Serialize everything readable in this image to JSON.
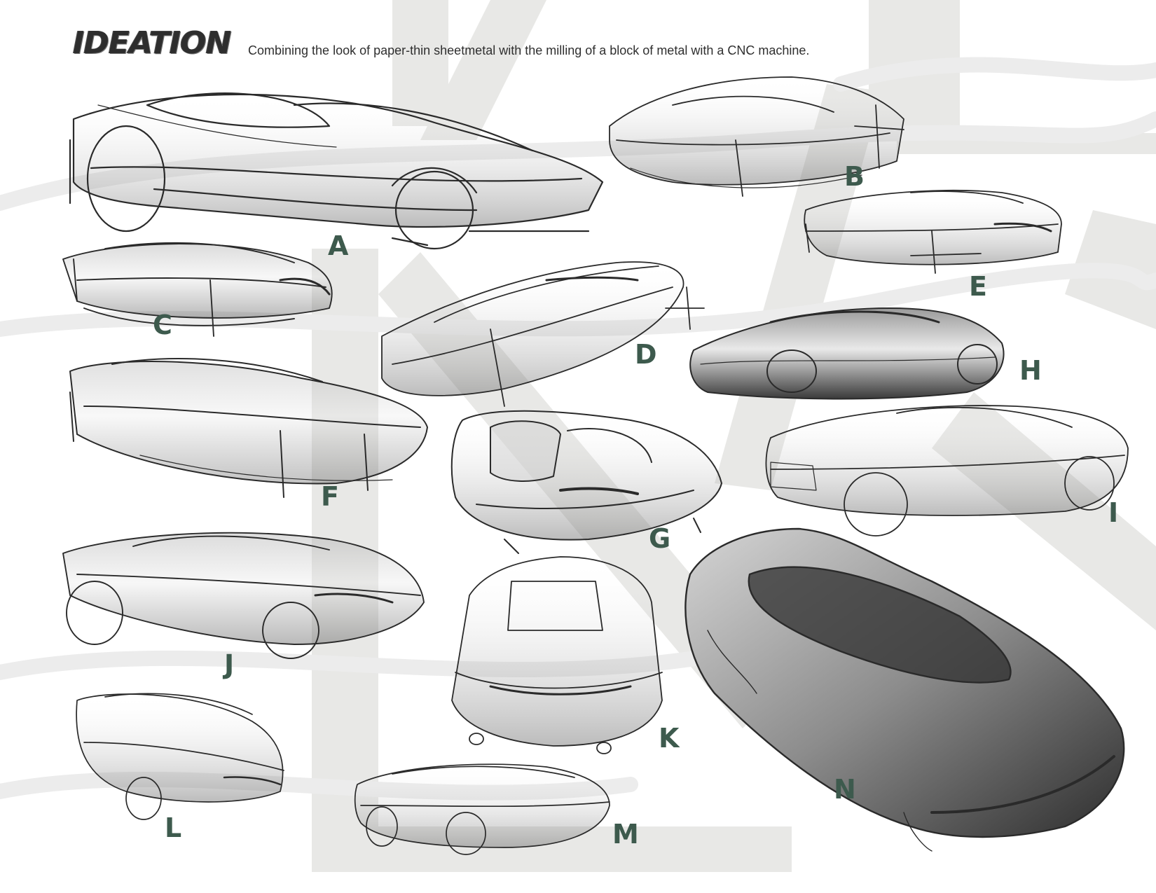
{
  "page": {
    "title": "IDEATION",
    "subtitle": "Combining the look of paper-thin sheetmetal with the milling of a block of metal with a CNC machine."
  },
  "colors": {
    "label": "#3d5a4d",
    "background_letters": "#e6e6e4",
    "ink": "#2a2a2a"
  },
  "sketch_labels": [
    "A",
    "B",
    "C",
    "D",
    "E",
    "F",
    "G",
    "H",
    "I",
    "J",
    "K",
    "L",
    "M",
    "N"
  ]
}
